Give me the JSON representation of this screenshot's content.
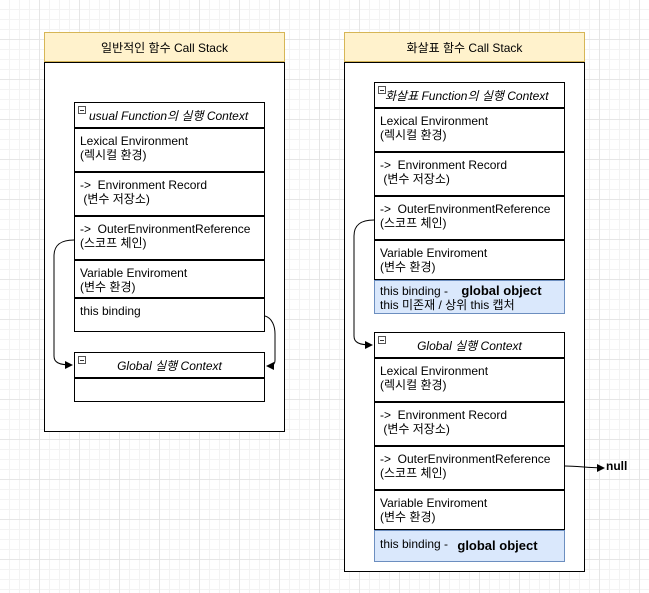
{
  "left": {
    "header": "일반적인 함수 Call Stack",
    "usual_ctx": {
      "title": "usual Function의 실행 Context",
      "rows": [
        {
          "line1": "Lexical Environment",
          "line2": "(렉시컬 환경)"
        },
        {
          "line1": "->  Environment Record",
          "line2": " (변수 저장소)"
        },
        {
          "line1": "->  OuterEnvironmentReference",
          "line2": "(스코프 체인)"
        },
        {
          "line1": "Variable Enviroment",
          "line2": "(변수 환경)"
        },
        {
          "line1": "this binding",
          "line2": ""
        }
      ]
    },
    "global_ctx": {
      "title": "Global 실행 Context"
    }
  },
  "right": {
    "header": "화살표 함수 Call Stack",
    "arrow_ctx": {
      "title": "화살표 Function의 실행 Context",
      "rows": [
        {
          "line1": "Lexical Environment",
          "line2": "(렉시컬 환경)"
        },
        {
          "line1": "->  Environment Record",
          "line2": " (변수 저장소)"
        },
        {
          "line1": "->  OuterEnvironmentReference",
          "line2": "(스코프 체인)"
        },
        {
          "line1": "Variable Enviroment",
          "line2": "(변수 환경)"
        }
      ],
      "this_row": {
        "prefix": "this binding - ",
        "value": "global object",
        "line2": "this 미존재 / 상위 this 캡처"
      }
    },
    "global_ctx": {
      "title": "Global 실행 Context",
      "rows": [
        {
          "line1": "Lexical Environment",
          "line2": "(렉시컬 환경)"
        },
        {
          "line1": "->  Environment Record",
          "line2": " (변수 저장소)"
        },
        {
          "line1": "->  OuterEnvironmentReference",
          "line2": "(스코프 체인)"
        },
        {
          "line1": "Variable Enviroment",
          "line2": "(변수 환경)"
        }
      ],
      "this_row": {
        "prefix": "this binding - ",
        "value": "global object"
      }
    },
    "null_label": "null"
  },
  "colors": {
    "header_fill": "#fff2cc",
    "header_stroke": "#d6b656",
    "this_fill": "#dae8fc",
    "this_stroke": "#6c8ebf"
  }
}
